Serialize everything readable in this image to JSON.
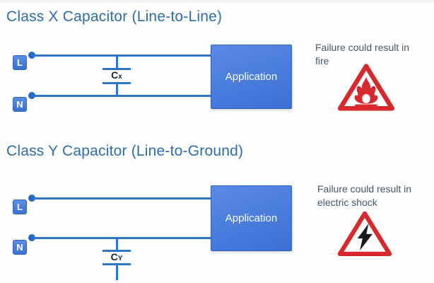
{
  "colors": {
    "title_blue": "#2d6dad",
    "wire_blue": "#2e74c9",
    "terminal_blue": "#3a71d0",
    "application_box_blue": "#3b70d3",
    "warning_text_gray": "#44566e",
    "warning_red": "#d7282d",
    "bolt_black": "#1a1a1a"
  },
  "sections": [
    {
      "title": "Class X Capacitor (Line-to-Line)",
      "terminal_l": "L",
      "terminal_n": "N",
      "capacitor": {
        "main": "C",
        "sub": "x"
      },
      "application": "Application",
      "warning_line1": "Failure could result in",
      "warning_line2": "fire"
    },
    {
      "title": "Class Y Capacitor (Line-to-Ground)",
      "terminal_l": "L",
      "terminal_n": "N",
      "capacitor": {
        "main": "C",
        "sub": "Y"
      },
      "application": "Application",
      "warning_line1": "Failure could result in",
      "warning_line2": "electric shock"
    }
  ]
}
